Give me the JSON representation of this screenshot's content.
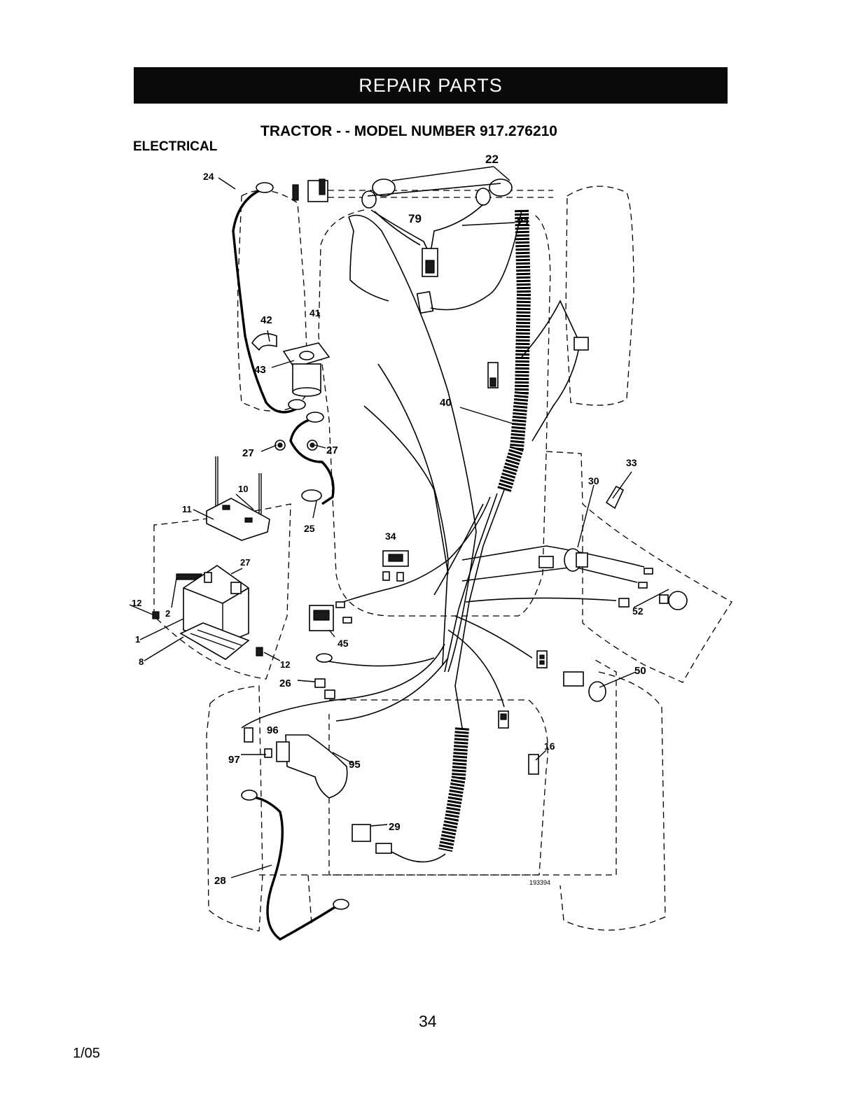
{
  "header": {
    "banner": "REPAIR PARTS",
    "subtitle": "TRACTOR - - MODEL NUMBER 917.276210",
    "section": "ELECTRICAL"
  },
  "diagram": {
    "drawing_number": "193394",
    "callouts": {
      "c1": "1",
      "c2": "2",
      "c8": "8",
      "c10": "10",
      "c11": "11",
      "c12a": "12",
      "c12b": "12",
      "c16": "16",
      "c21": "21",
      "c22": "22",
      "c24": "24",
      "c25": "25",
      "c26": "26",
      "c27a": "27",
      "c27b": "27",
      "c27c": "27",
      "c28": "28",
      "c29": "29",
      "c30": "30",
      "c33": "33",
      "c34": "34",
      "c40": "40",
      "c41": "41",
      "c42": "42",
      "c43": "43",
      "c45": "45",
      "c50": "50",
      "c52": "52",
      "c79": "79",
      "c95": "95",
      "c96": "96",
      "c97": "97"
    }
  },
  "footer": {
    "page_number": "34",
    "edition": "1/05"
  }
}
